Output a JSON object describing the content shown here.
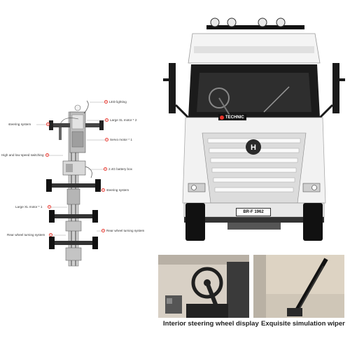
{
  "diagram": {
    "labels": {
      "led": "LED lighting",
      "steering_top": "steering system",
      "large_xl_2": "Large XL motor * 2",
      "servo": "Servo motor * 1",
      "speed_switch": "High and low speed switching",
      "battery": "2.4G battery box",
      "steering_mid": "steering system",
      "large_xl_1": "Large XL motor * 1",
      "rear_right": "Rear wheel turning system",
      "rear_left": "Rear wheel turning system"
    }
  },
  "truck": {
    "badge": "TECHNIC",
    "plate": "BR-F 1962"
  },
  "photos": {
    "left_caption": "Interior steering wheel display",
    "right_caption": "Exquisite simulation wiper"
  }
}
